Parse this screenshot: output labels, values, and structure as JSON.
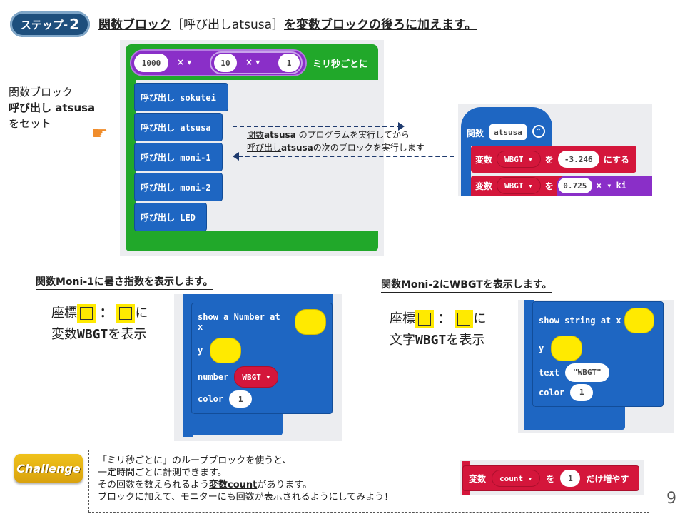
{
  "header": {
    "step_label": "ステップ-",
    "step_number": "2",
    "title_part1": "関数ブロック",
    "title_part2": "［呼び出しatsusa］",
    "title_part3": "を変数ブロックの後ろに加えます。"
  },
  "left_note": {
    "line1": "関数ブロック",
    "line2": "呼び出し atsusa",
    "line3": "をセット"
  },
  "main_script": {
    "loop_value1": "1000",
    "loop_op1": "× ▾",
    "loop_value2": "10",
    "loop_op2": "× ▾",
    "loop_value3": "1",
    "loop_label": "ミリ秒ごとに",
    "calls": [
      "呼び出し sokutei",
      "呼び出し atsusa",
      "呼び出し moni-1",
      "呼び出し moni-2",
      "呼び出し LED"
    ]
  },
  "explain": {
    "line1_a": "関数",
    "line1_b": "atsusa",
    "line1_c": " のプログラムを実行してから",
    "line2_a": "呼び出し",
    "line2_b": "atsusa",
    "line2_c": "の次のブロックを実行します"
  },
  "function_def": {
    "keyword": "関数",
    "name": "atsusa",
    "row1_var": "変数",
    "row1_name": "WBGT ▾",
    "row1_wo": "を",
    "row1_value": "-3.246",
    "row1_suffix": "にする",
    "row2_var": "変数",
    "row2_name": "WBGT ▾",
    "row2_wo": "を",
    "row2_value": "0.725",
    "row2_op": "× ▾",
    "row2_tail": "ki"
  },
  "moni1": {
    "title": "関数Moni-1に暑さ指数を表示します。",
    "coord_label": "座標",
    "colon": "：",
    "ni": "に",
    "line2_a": "変数",
    "line2_b": "WBGT",
    "line2_c": "を表示",
    "block_show": "show a Number at x",
    "block_y": "y",
    "block_number": "number",
    "block_number_var": "WBGT ▾",
    "block_color": "color",
    "block_color_value": "1"
  },
  "moni2": {
    "title": "関数Moni-2にWBGTを表示します。",
    "coord_label": "座標",
    "colon": "：",
    "ni": "に",
    "line2_a": "文字",
    "line2_b": "WBGT",
    "line2_c": "を表示",
    "block_show": "show string at x",
    "block_y": "y",
    "block_text": "text",
    "block_text_value": "\"WBGT\"",
    "block_color": "color",
    "block_color_value": "1"
  },
  "challenge": {
    "badge": "Challenge",
    "line1": "「ミリ秒ごとに」のループブロックを使うと、",
    "line2": "一定時間ごとに計測できます。",
    "line3_a": "その回数を数えられるよう",
    "line3_b": "変数count",
    "line3_c": "があります。",
    "line4": "ブロックに加えて、モニターにも回数が表示されるようにしてみよう！",
    "block_var": "変数",
    "block_name": "count ▾",
    "block_wo": "を",
    "block_value": "1",
    "block_suffix": "だけ増やす"
  },
  "page_number": "9",
  "colors": {
    "loop_green": "#21a82a",
    "call_blue": "#1e66c2",
    "func_purple": "#8a2fc8",
    "var_red": "#d4163b",
    "highlight_yellow": "#ffea00",
    "badge_navy": "#1e4f7d"
  }
}
